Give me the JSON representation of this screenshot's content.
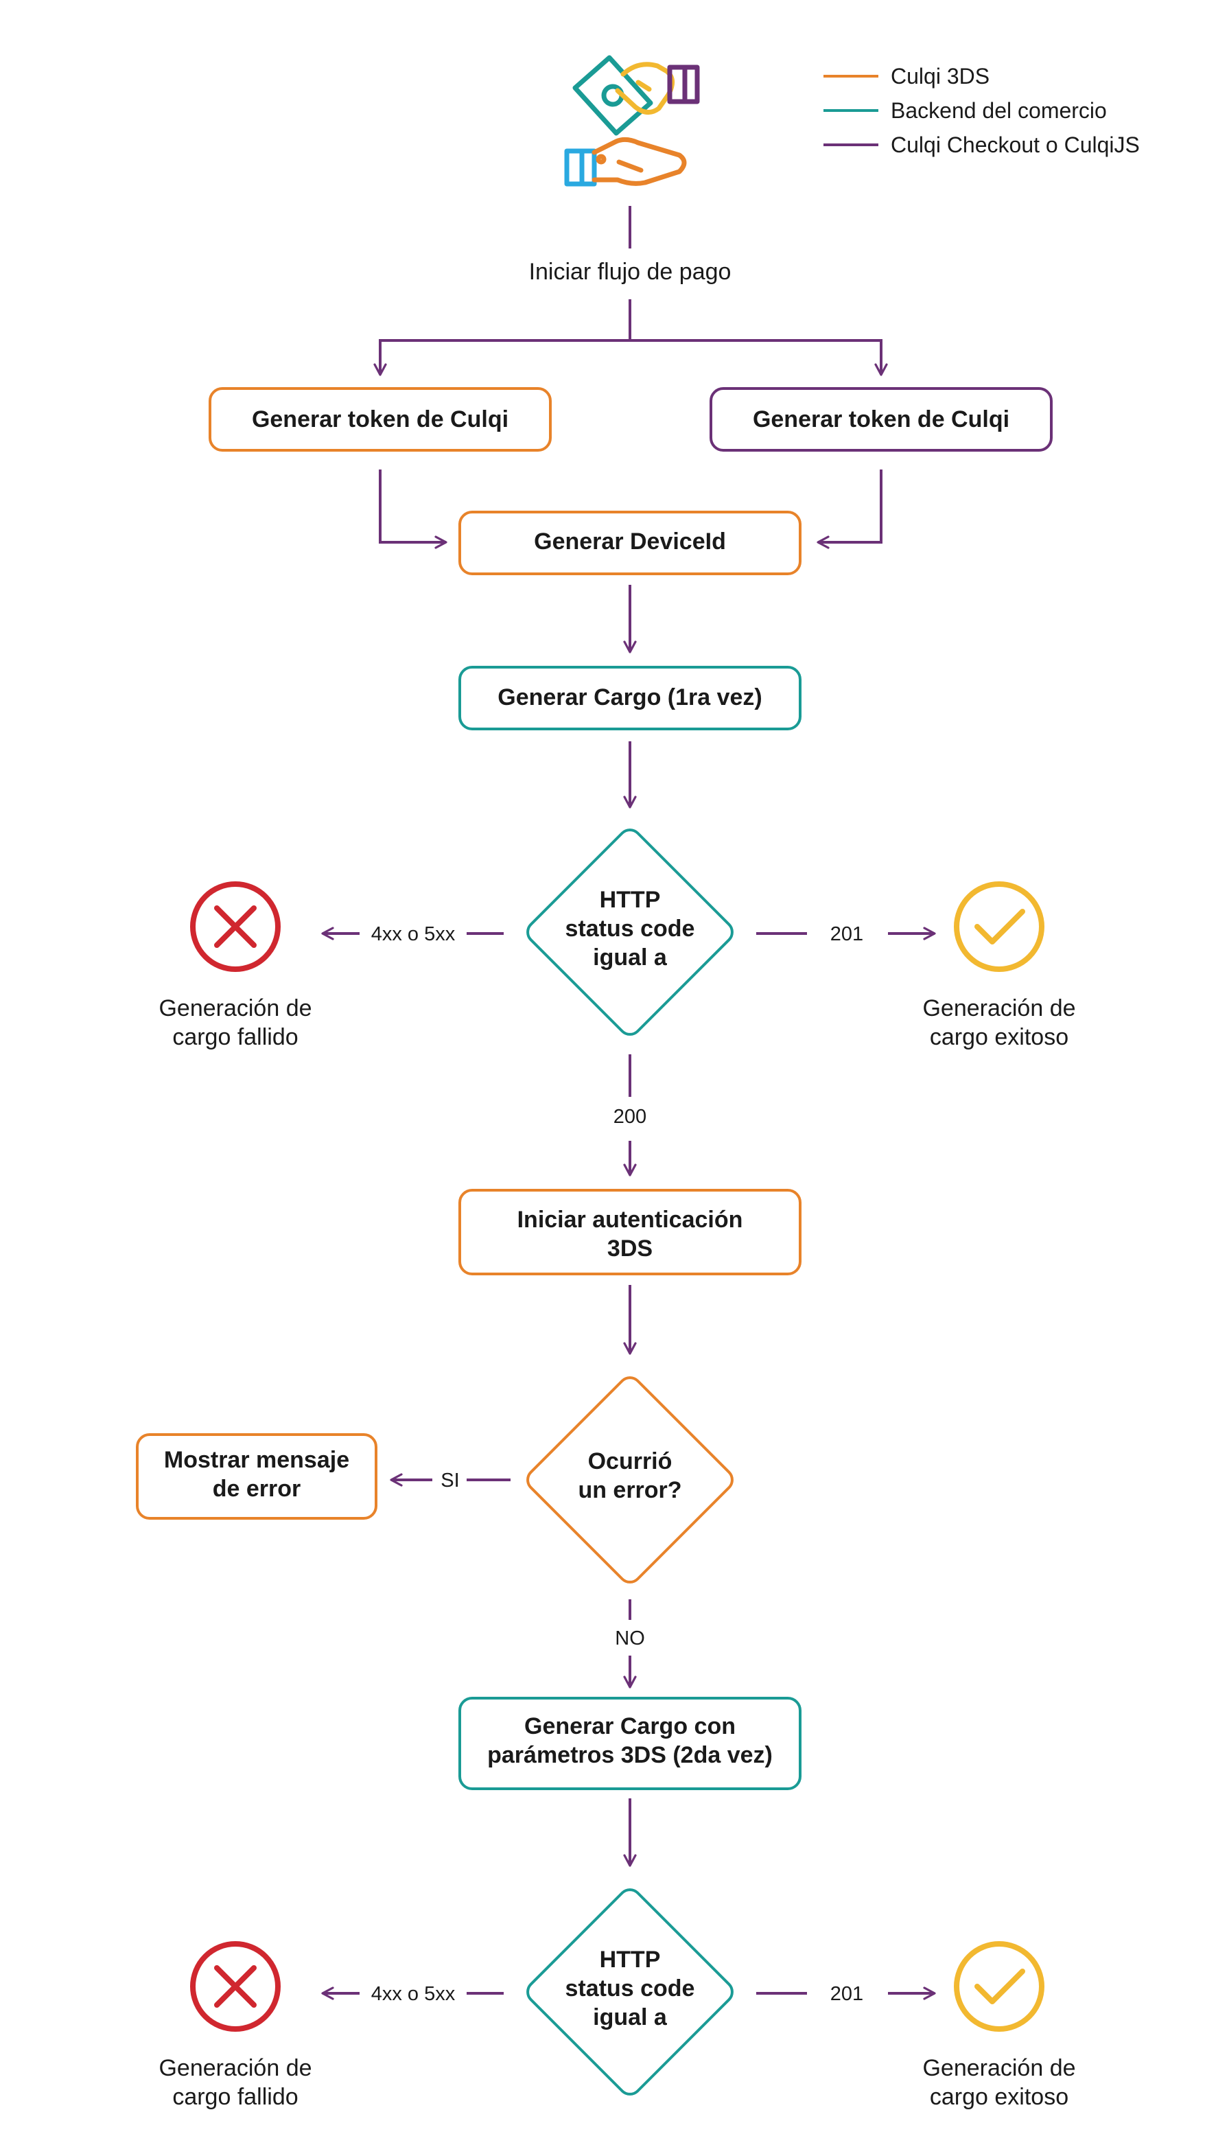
{
  "colors": {
    "culqi_3ds": "#E8832A",
    "backend": "#1A9B95",
    "checkout": "#6B3177",
    "arrow": "#6B3177",
    "error_red": "#D0272F",
    "success_yellow": "#F2B830",
    "icon_blue": "#2AA9E0"
  },
  "legend": [
    {
      "label": "Culqi 3DS",
      "color": "#E8832A"
    },
    {
      "label": "Backend del comercio",
      "color": "#1A9B95"
    },
    {
      "label": "Culqi Checkout o CulqiJS",
      "color": "#6B3177"
    }
  ],
  "start": {
    "label": "Iniciar flujo de pago",
    "icon": "payment-hands-icon"
  },
  "nodes": {
    "token_left": "Generar token de Culqi",
    "token_right": "Generar token de Culqi",
    "device_id": "Generar DeviceId",
    "cargo_1": "Generar Cargo (1ra vez)",
    "decision_1": [
      "HTTP",
      "status code",
      "igual a"
    ],
    "auth_3ds": [
      "Iniciar autenticación",
      "3DS"
    ],
    "decision_error": [
      "Ocurrió",
      "un error?"
    ],
    "show_error": [
      "Mostrar mensaje",
      "de error"
    ],
    "cargo_2": [
      "Generar Cargo con",
      "parámetros 3DS (2da vez)"
    ],
    "decision_2": [
      "HTTP",
      "status code",
      "igual a"
    ]
  },
  "edges": {
    "d1_fail": "4xx o 5xx",
    "d1_ok": "201",
    "d1_continue": "200",
    "err_yes": "SI",
    "err_no": "NO",
    "d2_fail": "4xx o 5xx",
    "d2_ok": "201"
  },
  "outcomes": {
    "fail_1": [
      "Generación de",
      "cargo fallido"
    ],
    "ok_1": [
      "Generación de",
      "cargo exitoso"
    ],
    "fail_2": [
      "Generación de",
      "cargo fallido"
    ],
    "ok_2": [
      "Generación de",
      "cargo exitoso"
    ]
  }
}
